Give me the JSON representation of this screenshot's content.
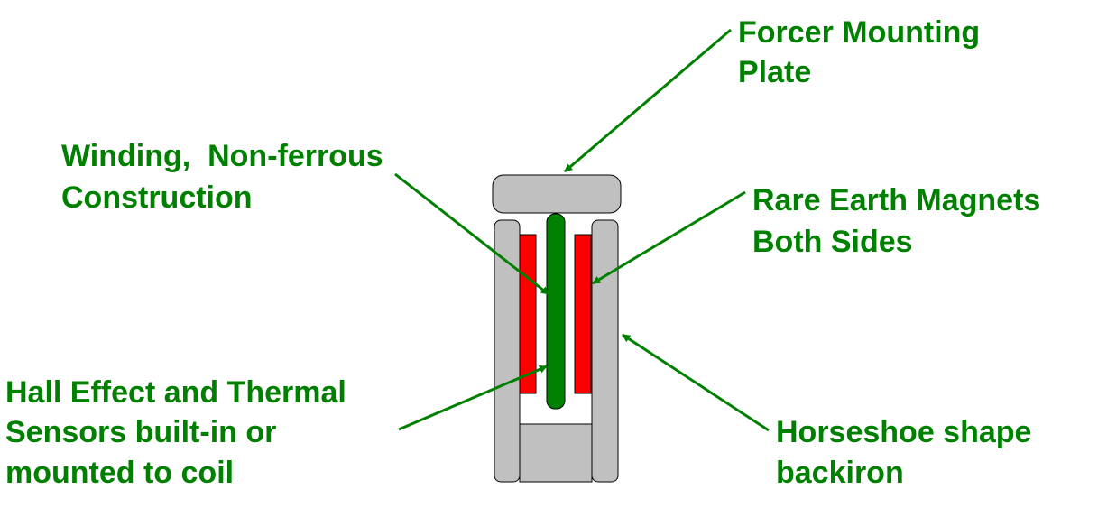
{
  "colors": {
    "label": "#008000",
    "arrow": "#008000",
    "backiron": "#c0c0c0",
    "magnet": "#ff0000",
    "winding": "#008000",
    "outline": "#000000",
    "background": "#ffffff"
  },
  "labels": {
    "forcer_plate": [
      "Forcer Mounting",
      "Plate"
    ],
    "winding": [
      "Winding,  Non-ferrous",
      "Construction"
    ],
    "magnets": [
      "Rare Earth Magnets",
      "Both Sides"
    ],
    "sensors": [
      "Hall Effect and Thermal",
      "Sensors built-in or",
      "mounted to coil"
    ],
    "backiron": [
      "Horseshoe shape",
      "backiron"
    ]
  }
}
